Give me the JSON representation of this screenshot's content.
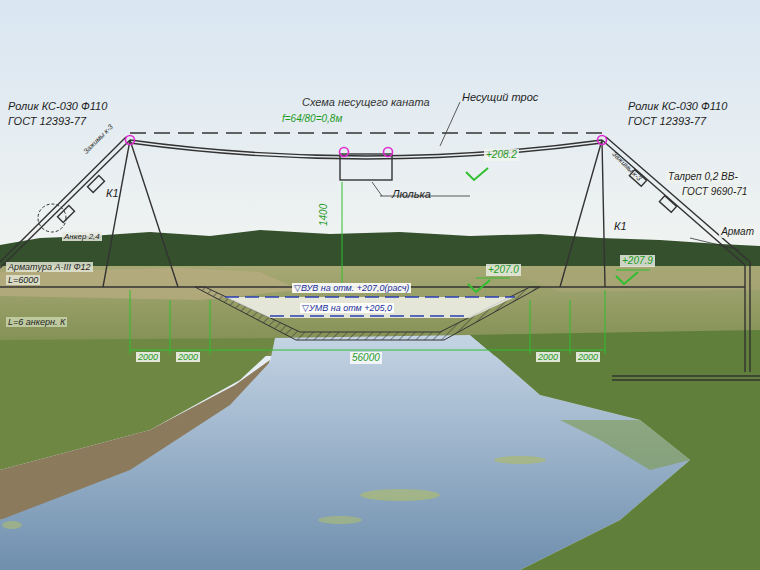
{
  "diagram": {
    "title": "Схема несущего каната",
    "labels": [
      "Ролик КС-030 Ф110",
      "ГОСТ 12393-77",
      "Ролик КС-030 Ф110",
      "ГОСТ 12393-77",
      "Несущий трос",
      "f=64/80=0,8м",
      "Люлька",
      "+208.2",
      "К1",
      "К1",
      "Талреп 0,2 ВВ-",
      "ГОСТ 9690-71",
      "Армат",
      "+207.9",
      "+207.0",
      "Арматура А-III Ф12",
      "L=6000",
      "L=6 анкерн. К",
      "1400",
      "▽ВУВ на отм. +207,0(расч)",
      "▽УМВ на отм +205,0",
      "2000",
      "2000",
      "56000",
      "2000",
      "2000",
      "Зажимы к-3",
      "Зажимы к-3",
      "Анкер 2,4"
    ]
  }
}
